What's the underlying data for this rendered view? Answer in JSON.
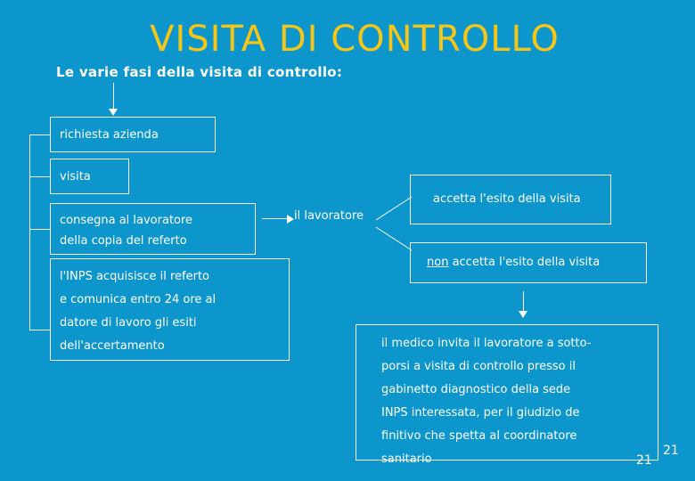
{
  "slide": {
    "title": "VISITA DI CONTROLLO",
    "subtitle": "Le varie fasi della visita di controllo:",
    "background_color": "#0d96cc",
    "title_color": "#f5c518",
    "text_color": "#ffffff",
    "page_number_inner": "21",
    "page_number_outer": "21"
  },
  "flow": {
    "left_steps": [
      {
        "id": "richiesta",
        "text": "richiesta azienda"
      },
      {
        "id": "visita",
        "text": "visita"
      },
      {
        "id": "consegna",
        "text": "consegna al lavoratore\ndella copia del referto"
      },
      {
        "id": "inps",
        "text": "l'INPS acquisisce il referto\ne comunica entro 24 ore al\ndatore di lavoro gli esiti\ndell'accertamento"
      }
    ],
    "branch_label": "il lavoratore",
    "branch_options": [
      {
        "id": "accetta",
        "text": "accetta l'esito della visita"
      },
      {
        "id": "non-accetta",
        "emphasis": "non",
        "text": " accetta l'esito della visita"
      }
    ],
    "outcome": {
      "id": "medico",
      "text": "il medico invita il lavoratore a sotto-\nporsi a visita di controllo presso il\ngabinetto diagnostico della sede\nINPS interessata, per il giudizio de\nfinitivo che spetta al coordinatore\nsanitario"
    }
  }
}
